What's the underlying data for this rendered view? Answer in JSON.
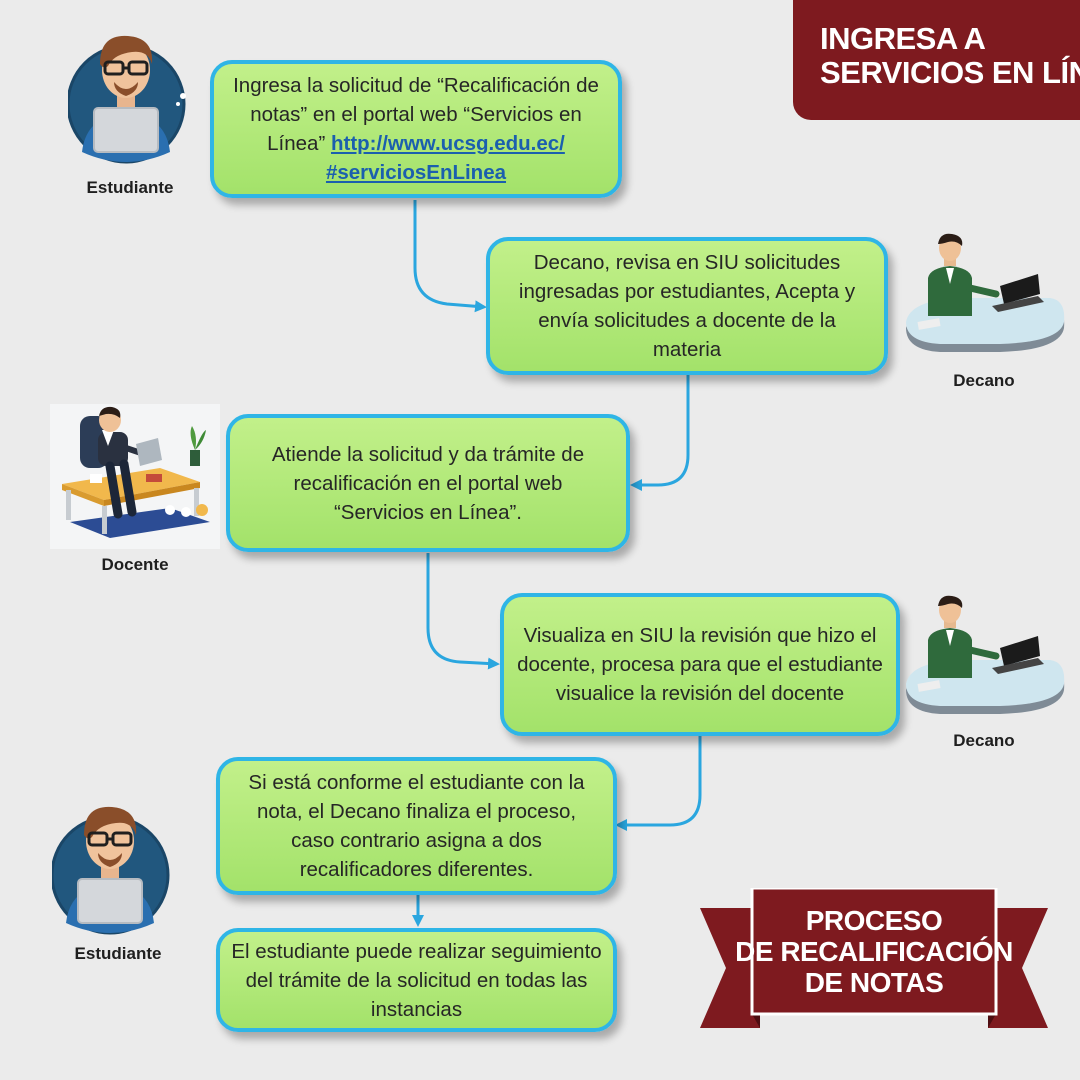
{
  "banner_top": {
    "line1": "INGRESA A",
    "line2": "SERVICIOS EN LÍNEA"
  },
  "banner_bottom": {
    "line1": "PROCESO",
    "line2": "DE RECALIFICACIÓN",
    "line3": "DE NOTAS"
  },
  "actors": {
    "student": "Estudiante",
    "dean": "Decano",
    "teacher": "Docente"
  },
  "steps": [
    {
      "text": "Ingresa la solicitud de “Recalificación de notas” en el portal web “Servicios en Línea”",
      "link": "http://www.ucsg.edu.ec/ #serviciosEnLinea"
    },
    {
      "text": "Decano, revisa en  SIU solicitudes ingresadas por estudiantes, Acepta y envía solicitudes a docente de la materia"
    },
    {
      "text": "Atiende la solicitud y da trámite de recalificación en el portal web “Servicios en Línea”."
    },
    {
      "text": "Visualiza en SIU la revisión que hizo el docente, procesa para que el estudiante visualice la revisión del docente"
    },
    {
      "text": "Si está conforme el estudiante con la nota, el Decano finaliza el proceso, caso contrario asigna a dos recalificadores diferentes."
    },
    {
      "text": "El estudiante puede realizar seguimiento del trámite de la solicitud en todas las instancias"
    }
  ],
  "colors": {
    "box_fill": "#a8e56e",
    "box_border": "#2fb5e6",
    "connector": "#2aa6df",
    "banner": "#7e1a1f",
    "link": "#1b5fae"
  }
}
